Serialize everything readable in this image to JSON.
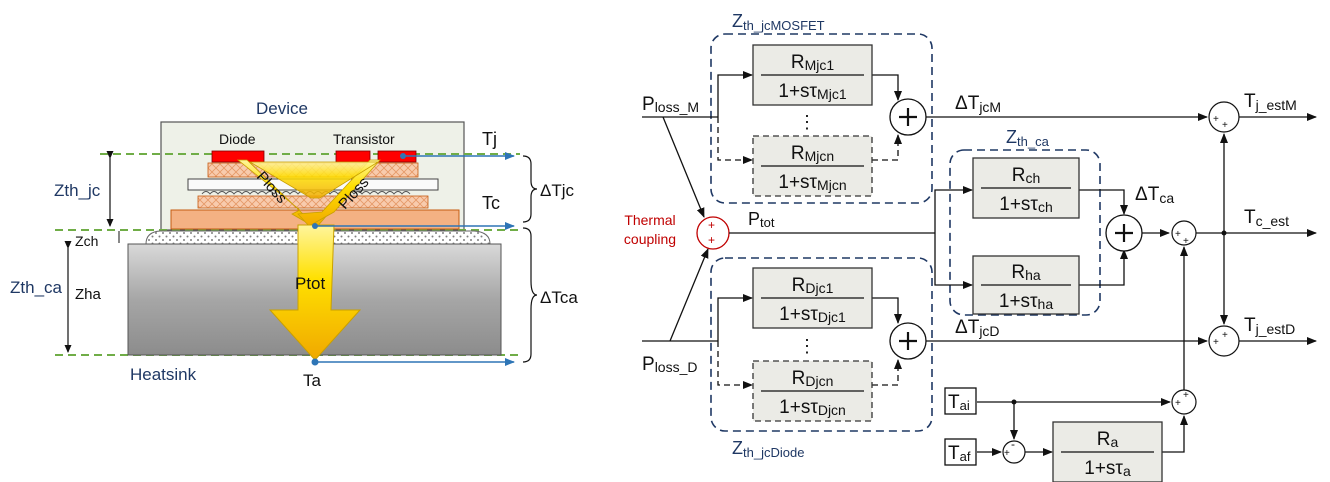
{
  "left_diagram": {
    "device_label": "Device",
    "heatsink_label": "Heatsink",
    "diode_label": "Diode",
    "transistor_label": "Transistor",
    "ploss_label": "Ploss",
    "ptot_label": "Ptot",
    "tj_label": "Tj",
    "tc_label": "Tc",
    "ta_label": "Ta",
    "dtjc_label": "ΔTjc",
    "dtca_label": "ΔTca",
    "zthjc": {
      "main": "Z",
      "sub": "th_jc"
    },
    "zch": {
      "main": "Z",
      "sub": "ch"
    },
    "zha": {
      "main": "Z",
      "sub": "ha"
    },
    "zthca": {
      "main": "Z",
      "sub": "th_ca"
    }
  },
  "right_diagram": {
    "mosfet_group": {
      "main": "Z",
      "sub": "th_jcMOSFET"
    },
    "diode_group": {
      "main": "Z",
      "sub": "th_jcDiode"
    },
    "ca_group": {
      "main": "Z",
      "sub": "th_ca"
    },
    "ploss_m": {
      "main": "P",
      "sub": "loss_M"
    },
    "ploss_d": {
      "main": "P",
      "sub": "loss_D"
    },
    "thermal_coupling_l1": "Thermal",
    "thermal_coupling_l2": "coupling",
    "ptot": {
      "main": "P",
      "sub": "tot"
    },
    "blocks": {
      "mjc1": {
        "num_main": "R",
        "num_sub": "Mjc1",
        "den_main": "1+sτ",
        "den_sub": "Mjc1"
      },
      "mjcn": {
        "num_main": "R",
        "num_sub": "Mjcn",
        "den_main": "1+sτ",
        "den_sub": "Mjcn"
      },
      "djc1": {
        "num_main": "R",
        "num_sub": "Djc1",
        "den_main": "1+sτ",
        "den_sub": "Djc1"
      },
      "djcn": {
        "num_main": "R",
        "num_sub": "Djcn",
        "den_main": "1+sτ",
        "den_sub": "Djcn"
      },
      "ch": {
        "num_main": "R",
        "num_sub": "ch",
        "den_main": "1+sτ",
        "den_sub": "ch"
      },
      "ha": {
        "num_main": "R",
        "num_sub": "ha",
        "den_main": "1+sτ",
        "den_sub": "ha"
      },
      "a": {
        "num_main": "R",
        "num_sub": "a",
        "den_main": "1+sτ",
        "den_sub": "a"
      }
    },
    "dtjcm": {
      "main": "ΔT",
      "sub": "jcM"
    },
    "dtjcd": {
      "main": "ΔT",
      "sub": "jcD"
    },
    "dtca": {
      "main": "ΔT",
      "sub": "ca"
    },
    "tj_estm": {
      "main": "T",
      "sub": "j_estM"
    },
    "tj_estd": {
      "main": "T",
      "sub": "j_estD"
    },
    "tc_est": {
      "main": "T",
      "sub": "c_est"
    },
    "tai": {
      "main": "T",
      "sub": "ai"
    },
    "taf": {
      "main": "T",
      "sub": "af"
    },
    "sum_plus": "+",
    "sum_minus": "-",
    "dots": "⋮"
  },
  "colors": {
    "navy": "#1f3864",
    "dashed_box": "#1f3864",
    "arrow_blue": "#2e75b6",
    "green_dash": "#70ad47",
    "coupling_red": "#c00000",
    "block_fill": "#ebebe6",
    "copper": "#f4b183",
    "chip_red": "#ff0000",
    "heatsink_grey": "#bfbfbf",
    "yellow_arrow": "#ffd700"
  }
}
